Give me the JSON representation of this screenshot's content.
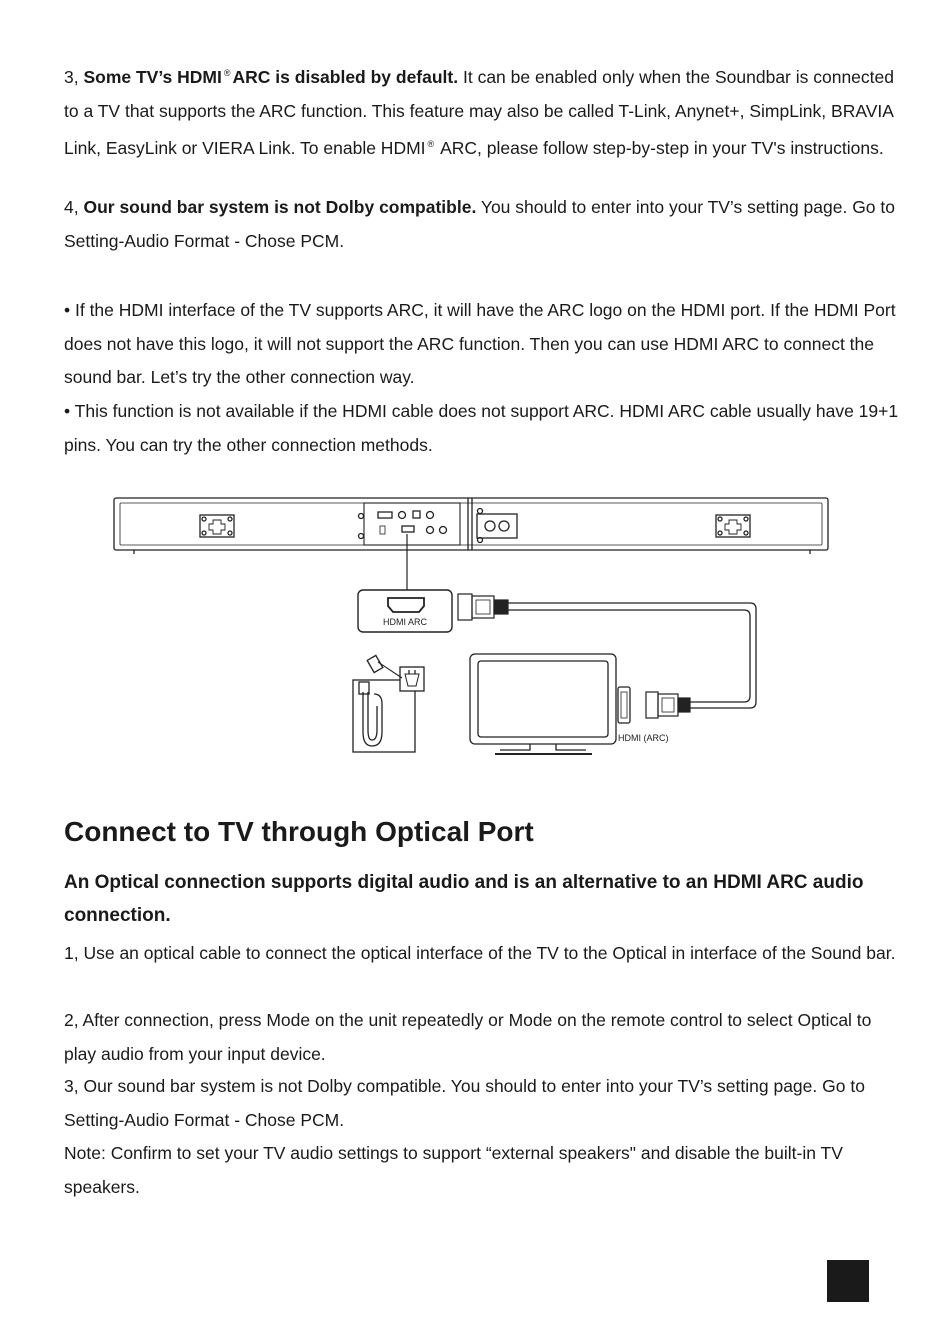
{
  "section1": {
    "item3": {
      "num": "3, ",
      "bold_a": "Some TV’s HDMI",
      "reg": "®",
      "bold_b": "ARC is disabled by default.",
      "rest": " It can be enabled only when the Soundbar is connected to a TV that supports the ARC function. This feature may also be called T-Link, Anynet+, SimpLink, BRAVIA Link, EasyLink or VIERA Link. To enable HDMI",
      "reg2": "®",
      "rest2": " ARC, please follow step-by-step in your TV's instructions."
    },
    "item4": {
      "num": "4, ",
      "bold": "Our sound bar system is not Dolby compatible.",
      "rest": " You should to enter into your TV’s setting page. Go to Setting-Audio Format - Chose PCM."
    }
  },
  "bullets": [
    "• If the HDMI interface of the TV supports ARC, it will have the ARC logo on the HDMI port. If the HDMI Port does not have this logo, it will not support the ARC function. Then you can use HDMI ARC to connect the sound bar. Let’s try the other connection way.",
    "• This function is not available if the HDMI cable does not support ARC. HDMI ARC cable usually have 19+1 pins. You can try the other connection methods."
  ],
  "diagram": {
    "port_callout_label": "HDMI  ARC",
    "tv_port_label": "HDMI  (ARC)"
  },
  "optical": {
    "heading": "Connect to TV through Optical Port",
    "subheading": "An Optical connection supports digital audio and is an alternative to an HDMI ARC audio connection.",
    "steps": [
      "1, Use an optical cable to connect the optical interface of the TV to the Optical in interface of the Sound bar.",
      "2, After connection, press Mode on the unit repeatedly or Mode on the remote control to select Optical to play audio from your input device.",
      "3, Our sound bar system is not Dolby compatible. You should to enter into your TV’s setting page. Go to Setting-Audio Format - Chose PCM.",
      "Note: Confirm to set your TV audio settings to support “external speakers\" and disable the built-in TV speakers."
    ]
  }
}
